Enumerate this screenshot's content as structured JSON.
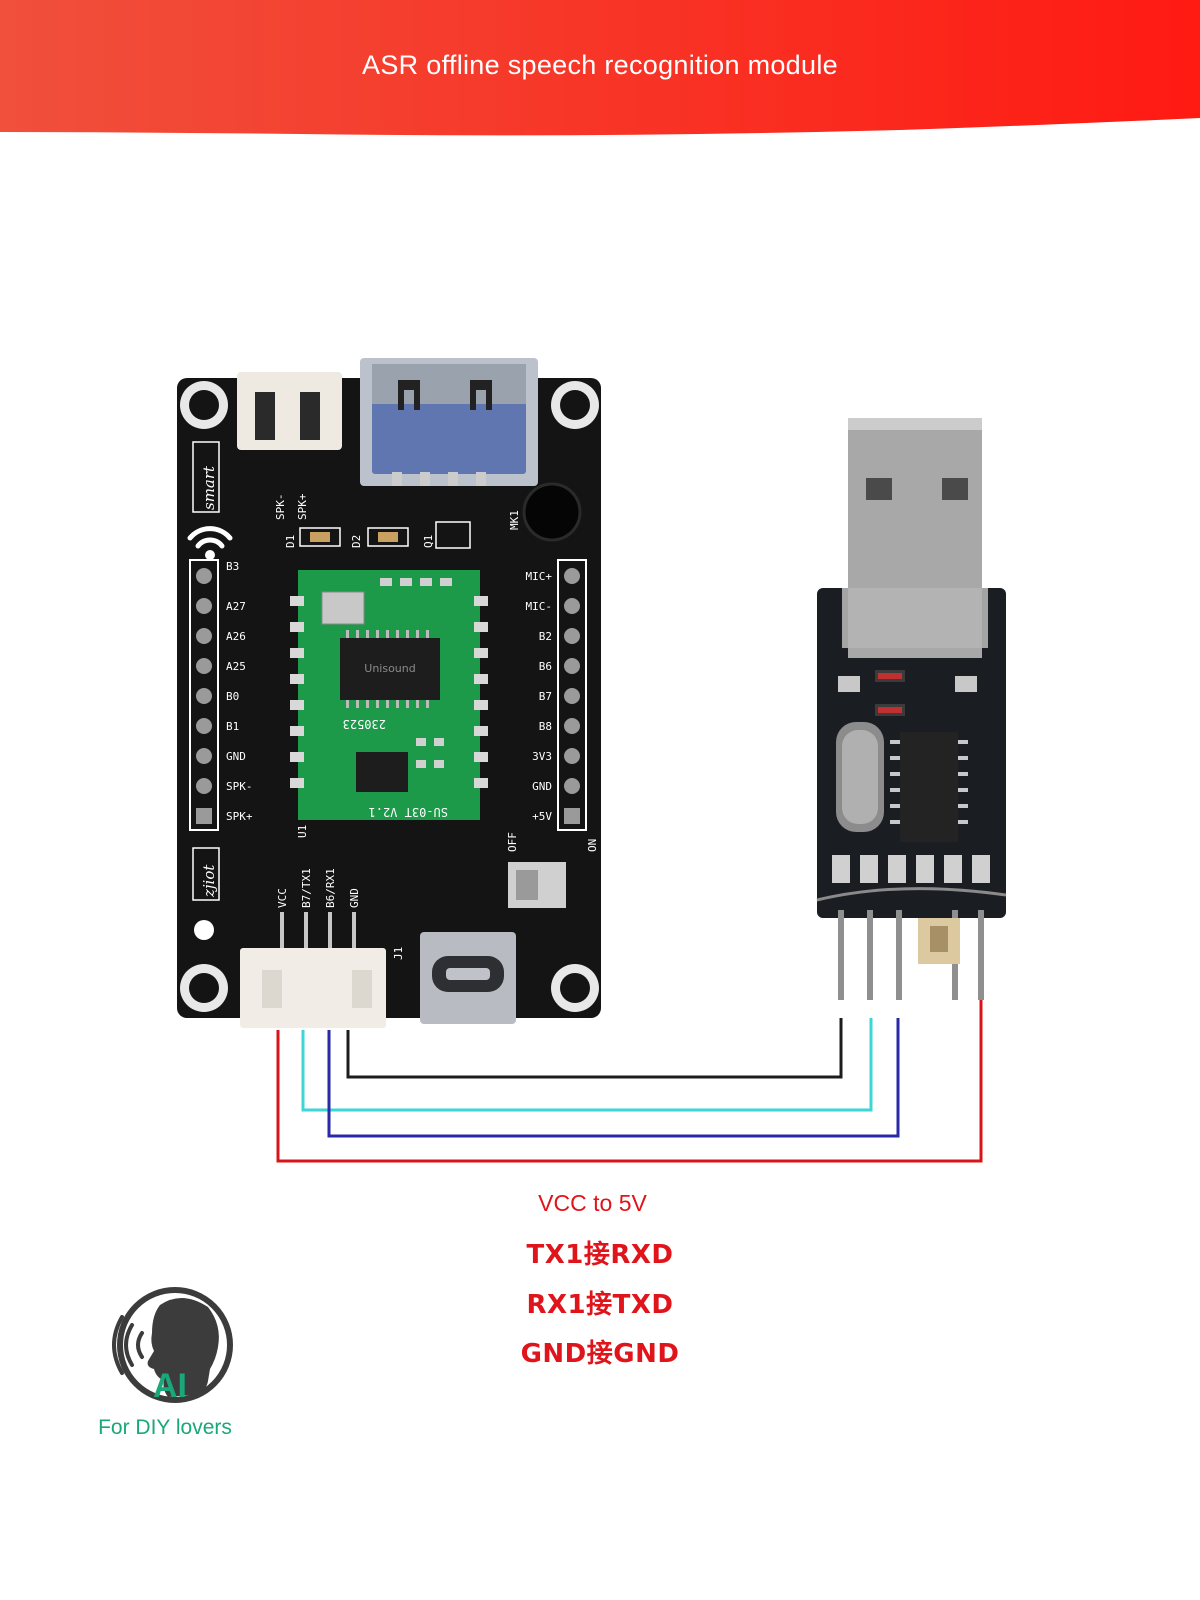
{
  "banner": {
    "title": "ASR offline speech recognition module",
    "gradient_start": "#f04a3c",
    "gradient_end": "#ff1a14"
  },
  "asr_module": {
    "top_labels": [
      "SPK-",
      "SPK+",
      "D1",
      "D2",
      "MK1",
      "Q1"
    ],
    "silkscreen_brand": "smart",
    "silkscreen_logo": "zjiot",
    "left_pins": [
      "B3",
      "A27",
      "A26",
      "A25",
      "B0",
      "B1",
      "GND",
      "SPK-",
      "SPK+"
    ],
    "right_pins": [
      "MIC+",
      "MIC-",
      "B2",
      "B6",
      "B7",
      "B8",
      "3V3",
      "GND",
      "+5V"
    ],
    "bottom_pins": [
      "VCC",
      "B7/TX1",
      "B6/RX1",
      "GND"
    ],
    "chip_board": {
      "label_date": "230523",
      "label_version": "SU-03T V2.1",
      "chip_brand": "Unisound"
    },
    "designators": [
      "U1",
      "J1"
    ],
    "switch_labels": [
      "OFF",
      "ON"
    ]
  },
  "wires": {
    "colors": {
      "gnd": "#1c1c1c",
      "tx": "#3dd6d6",
      "rx": "#2a2aa8",
      "vcc": "#d8141a"
    }
  },
  "wiring_notes": {
    "vcc": "VCC to 5V",
    "tx": "TX1接RXD",
    "rx": "RX1接TXD",
    "gnd": "GND接GND"
  },
  "logo": {
    "badge_text": "AI",
    "tagline": "For DIY lovers",
    "accent_color": "#1aa77a"
  }
}
